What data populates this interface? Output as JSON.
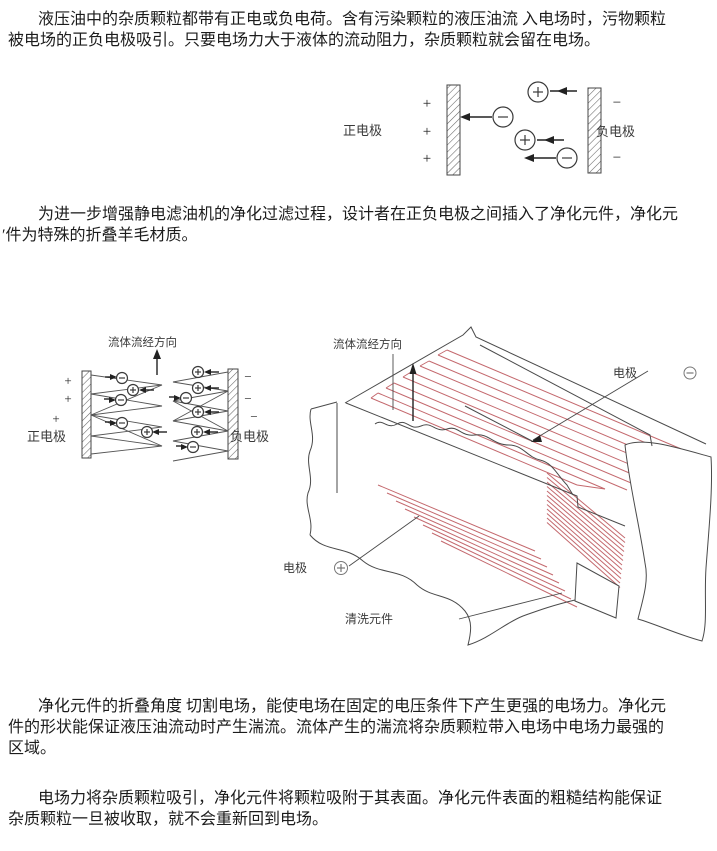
{
  "document": {
    "background": "#ffffff",
    "text_color": "#1c1c1c",
    "paragraphs": [
      {
        "lines": [
          "液压油中的杂质颗粒都带有正电或负电荷。含有污染颗粒的液压油流 入电场时，污物颗粒",
          "被电场的正负电极吸引。只要电场力大于液体的流动阻力，杂质颗粒就会留在电场。"
        ]
      },
      {
        "lines": [
          "为进一步增强静电滤油机的净化过滤过程，设计者在正负电极之间插入了净化元件，净化元",
          "′件为特殊的折叠羊毛材质。"
        ]
      },
      {
        "lines": [
          "净化元件的折叠角度 切割电场，能使电场在固定的电压条件下产生更强的电场力。净化元",
          "件的形状能保证液压油流动时产生湍流。流体产生的湍流将杂质颗粒带入电场中电场力最强的",
          "区域。"
        ]
      },
      {
        "lines": [
          "电场力将杂质颗粒吸引，净化元件将颗粒吸附于其表面。净化元件表面的粗糙结构能保证",
          "杂质颗粒一旦被收取，就不会重新回到电场。"
        ]
      }
    ]
  },
  "figure1": {
    "pos_electrode_label": "正电极",
    "neg_electrode_label": "负电极"
  },
  "figure2_left": {
    "title": "流体流经方向",
    "pos_electrode_label": "正电极",
    "neg_electrode_label": "负电极"
  },
  "figure2_right": {
    "title": "流体流经方向",
    "electrode_top_label": "电极",
    "electrode_bottom_label": "电极",
    "cleaning_element_label": "清洗元件"
  },
  "sym": {
    "plus": "+",
    "minus": "−"
  },
  "colors": {
    "fold_red": "#c4696e",
    "sketch_black": "#4a4a4a"
  }
}
